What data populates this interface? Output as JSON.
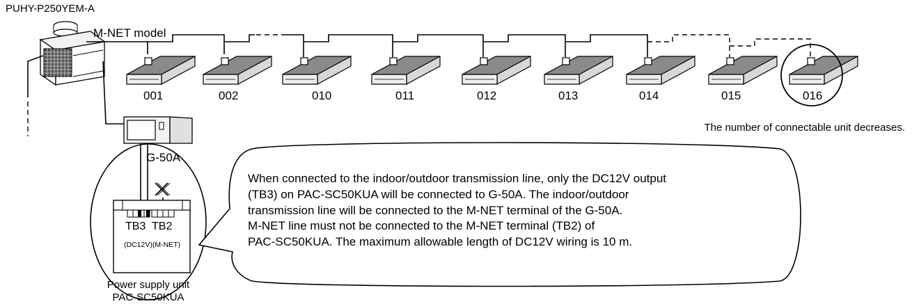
{
  "outdoor_unit": {
    "model": "PUHY-P250YEM-A",
    "line_label": "M-NET model"
  },
  "indoor_units": [
    "001",
    "002",
    "010",
    "011",
    "012",
    "013",
    "014",
    "015",
    "016"
  ],
  "decrease_note": "The number of connectable unit decreases.",
  "controller": {
    "label": "G-50A"
  },
  "power_supply": {
    "terminal_tb3": "TB3",
    "terminal_tb2": "TB2",
    "terminal_sublabel": "(DC12V)(M-NET)",
    "caption_line1": "Power supply unit",
    "caption_line2": "PAC-SC50KUA"
  },
  "callout": {
    "lines": [
      "When connected to the indoor/outdoor transmission line, only the DC12V output",
      "(TB3) on PAC-SC50KUA will be connected to G-50A. The indoor/outdoor",
      "transmission line will be connected to the M-NET terminal of the G-50A.",
      "M-NET line must not be connected to the M-NET terminal (TB2) of",
      "PAC-SC50KUA. The maximum allowable length of DC12V wiring is 10 m."
    ]
  }
}
